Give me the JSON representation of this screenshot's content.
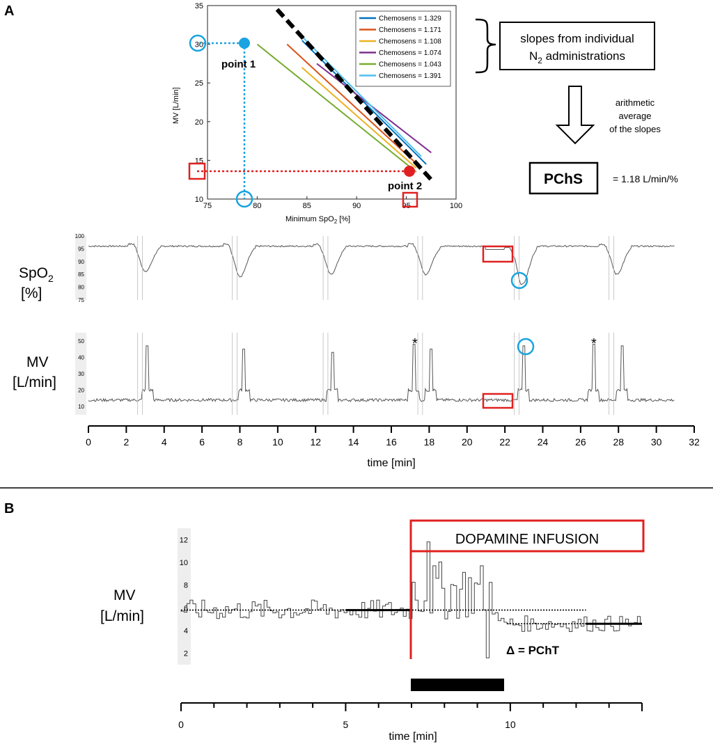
{
  "panels": {
    "a": "A",
    "b": "B"
  },
  "scatter": {
    "ylabel": "MV [L/min]",
    "xlabel_main": "Minimum SpO",
    "xlabel_sub": "2",
    "xlabel_end": " [%]",
    "point1": "point 1",
    "point2": "point 2"
  },
  "annot": {
    "slopes_line1": "slopes from individual",
    "slopes_line2_a": "N",
    "slopes_line2_sub": "2",
    "slopes_line2_b": " administrations",
    "avg_line1": "arithmetic",
    "avg_line2": "average",
    "avg_line3": "of the slopes",
    "pchs": "PChS",
    "pchs_value": "= 1.18 L/min/%"
  },
  "traces": {
    "spo2_label_main": "SpO",
    "spo2_label_sub": "2",
    "spo2_unit": "[%]",
    "mv_label": "MV",
    "mv_unit": "[L/min]",
    "asterisk": "*",
    "time_label": "time [min]"
  },
  "panelB": {
    "mv_label": "MV",
    "mv_unit": "[L/min]",
    "dopamine": "DOPAMINE INFUSION",
    "delta": "Δ = PChT",
    "time_label": "time [min]"
  },
  "chart_data": [
    {
      "type": "line",
      "xlabel": "Minimum SpO2 [%]",
      "ylabel": "MV [L/min]",
      "xlim": [
        75,
        100
      ],
      "ylim": [
        10,
        35
      ],
      "xticks": [
        75,
        80,
        85,
        90,
        95,
        100
      ],
      "yticks": [
        10,
        15,
        20,
        25,
        30,
        35
      ],
      "legend_position": "top-right",
      "series": [
        {
          "name": "Chemosens = 1.329",
          "color": "#0072BD",
          "x": [
            84.5,
            97
          ],
          "y": [
            30.5,
            14.5
          ]
        },
        {
          "name": "Chemosens = 1.171",
          "color": "#D95319",
          "x": [
            83,
            96.5
          ],
          "y": [
            30,
            14
          ]
        },
        {
          "name": "Chemosens = 1.108",
          "color": "#EDB120",
          "x": [
            84.5,
            96
          ],
          "y": [
            27,
            14
          ]
        },
        {
          "name": "Chemosens = 1.074",
          "color": "#7E2F8E",
          "x": [
            86,
            97.5
          ],
          "y": [
            27.5,
            16
          ]
        },
        {
          "name": "Chemosens = 1.043",
          "color": "#77AC30",
          "x": [
            80,
            96
          ],
          "y": [
            30,
            13.5
          ]
        },
        {
          "name": "Chemosens = 1.391",
          "color": "#4DBEEE",
          "x": [
            84.5,
            96.5
          ],
          "y": [
            31,
            15.5
          ]
        }
      ],
      "mean_line": {
        "x": [
          82,
          97.5
        ],
        "y": [
          34.5,
          12.5
        ]
      },
      "points": [
        {
          "label": "point 1",
          "x": 80,
          "y": 30
        },
        {
          "label": "point 2",
          "x": 96,
          "y": 13.5
        }
      ]
    },
    {
      "type": "line",
      "ylabel": "SpO2 [%]",
      "xlabel": "time [min]",
      "xlim": [
        0,
        32
      ],
      "ylim": [
        75,
        100
      ],
      "xticks": [
        0,
        2,
        4,
        6,
        8,
        10,
        12,
        14,
        16,
        18,
        20,
        22,
        24,
        26,
        28,
        30,
        32
      ],
      "yticks": [
        75,
        80,
        85,
        90,
        95,
        100
      ],
      "baseline": 96,
      "dips": [
        {
          "t": 3.0,
          "min": 86
        },
        {
          "t": 8.0,
          "min": 84
        },
        {
          "t": 12.8,
          "min": 85
        },
        {
          "t": 17.8,
          "min": 85
        },
        {
          "t": 22.9,
          "min": 81
        },
        {
          "t": 27.9,
          "min": 85
        }
      ]
    },
    {
      "type": "line",
      "ylabel": "MV [L/min]",
      "xlabel": "time [min]",
      "xlim": [
        0,
        32
      ],
      "ylim": [
        5,
        55
      ],
      "xticks": [
        0,
        2,
        4,
        6,
        8,
        10,
        12,
        14,
        16,
        18,
        20,
        22,
        24,
        26,
        28,
        30,
        32
      ],
      "yticks": [
        10,
        20,
        30,
        40,
        50
      ],
      "baseline": 14,
      "peaks": [
        {
          "t": 3.1,
          "max": 47
        },
        {
          "t": 8.2,
          "max": 45
        },
        {
          "t": 12.9,
          "max": 43
        },
        {
          "t": 17.2,
          "max": 48
        },
        {
          "t": 18.1,
          "max": 45
        },
        {
          "t": 23.0,
          "max": 47
        },
        {
          "t": 26.7,
          "max": 48
        },
        {
          "t": 28.2,
          "max": 47
        }
      ]
    },
    {
      "type": "line",
      "ylabel": "MV [L/min]",
      "xlabel": "time [min]",
      "xlim": [
        0,
        14
      ],
      "ylim": [
        1,
        13
      ],
      "xticks": [
        0,
        5,
        10
      ],
      "yticks": [
        2,
        4,
        6,
        8,
        10,
        12
      ],
      "infusion_start": 7,
      "infusion_end": 9.8,
      "baseline_level": 5.8,
      "post_level": 4.6
    }
  ]
}
